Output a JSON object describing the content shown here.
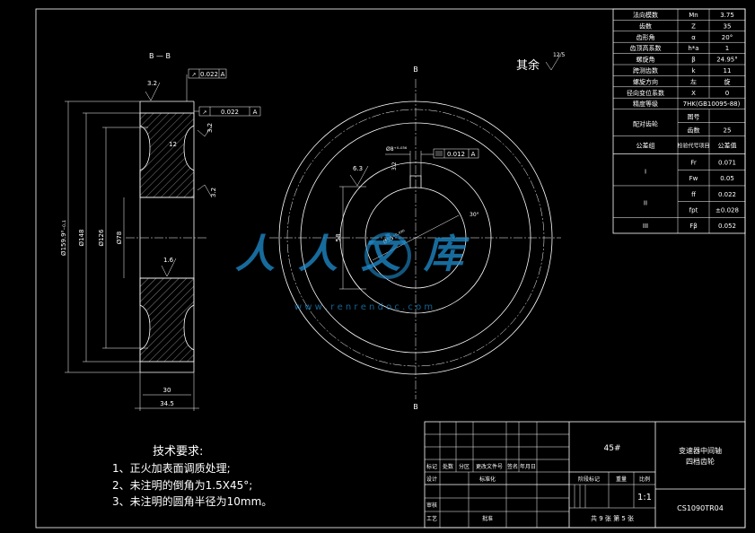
{
  "section_label": "B — B",
  "section_marker": "B",
  "other_roughness_label": "其余",
  "roughness": {
    "r125": "12.5",
    "r32": "3.2",
    "r16": "1.6",
    "r63": "6.3"
  },
  "tolerance_frames": {
    "runout_1": {
      "value": "0.022",
      "datum": "A"
    },
    "runout_2": {
      "value": "0.022",
      "datum": "A"
    },
    "symmetry": {
      "value": "0.012",
      "datum": "A"
    }
  },
  "side_dims": {
    "d_outer": "Ø159.9⁰₋₀.₁",
    "d_148": "Ø148",
    "d_126": "Ø126",
    "d_78": "Ø78",
    "width_30": "30",
    "width_34_5": "34.5",
    "r12": "12",
    "slot_width": "Ø8⁺⁰·⁰³⁶",
    "bore": "Ø55⁺⁰·⁰³⁰",
    "angle": "30°",
    "h_32": "3.2",
    "keyway_depth": "58"
  },
  "param_table": [
    [
      "法向模数",
      "Mn",
      "3.75"
    ],
    [
      "齿数",
      "Z",
      "35"
    ],
    [
      "齿形角",
      "α",
      "20°"
    ],
    [
      "齿顶高系数",
      "h*a",
      "1"
    ],
    [
      "螺旋角",
      "β",
      "24.95°"
    ],
    [
      "跨测齿数",
      "k",
      "11"
    ],
    [
      "螺旋方向",
      "左",
      "旋"
    ],
    [
      "径向变位系数",
      "X",
      "0"
    ],
    [
      "精度等级",
      "7HK(GB10095-88)",
      ""
    ]
  ],
  "mating": {
    "label": "配对齿轮",
    "drawing_no": "图号",
    "teeth": "齿数",
    "teeth_value": "25"
  },
  "tol_header": {
    "group": "公差组",
    "item": "检验代号项目",
    "value": "公差值"
  },
  "tol_rows": [
    {
      "group": "I",
      "code": "Fr",
      "value": "0.071"
    },
    {
      "group": "",
      "code": "Fw",
      "value": "0.05"
    },
    {
      "group": "II",
      "code": "ff",
      "value": "0.022"
    },
    {
      "group": "",
      "code": "fpt",
      "value": "±0.028"
    },
    {
      "group": "III",
      "code": "Fβ",
      "value": "0.052"
    }
  ],
  "notes": {
    "title": "技术要求:",
    "items": [
      "1、正火加表面调质处理;",
      "2、未注明的倒角为1.5X45°;",
      "3、未注明的圆角半径为10mm。"
    ]
  },
  "title_block": {
    "material": "45#",
    "part_name": "变速器中间轴\n四档齿轮",
    "drawing_no": "CS1090TR04",
    "scale_value": "1:1",
    "sheet": "共 9 张   第 5 张",
    "labels": {
      "mark": "标记",
      "count": "处数",
      "zone": "分区",
      "doc": "更改文件号",
      "sign": "签名",
      "date": "年月日",
      "design": "设计",
      "standard": "标准化",
      "stage": "阶段标记",
      "weight": "重量",
      "scale": "比例",
      "review": "审核",
      "process": "工艺",
      "approve": "批准"
    }
  },
  "watermark": {
    "logo": "人人文库",
    "url": "w w w . r e n r e n d o c . c o m"
  }
}
